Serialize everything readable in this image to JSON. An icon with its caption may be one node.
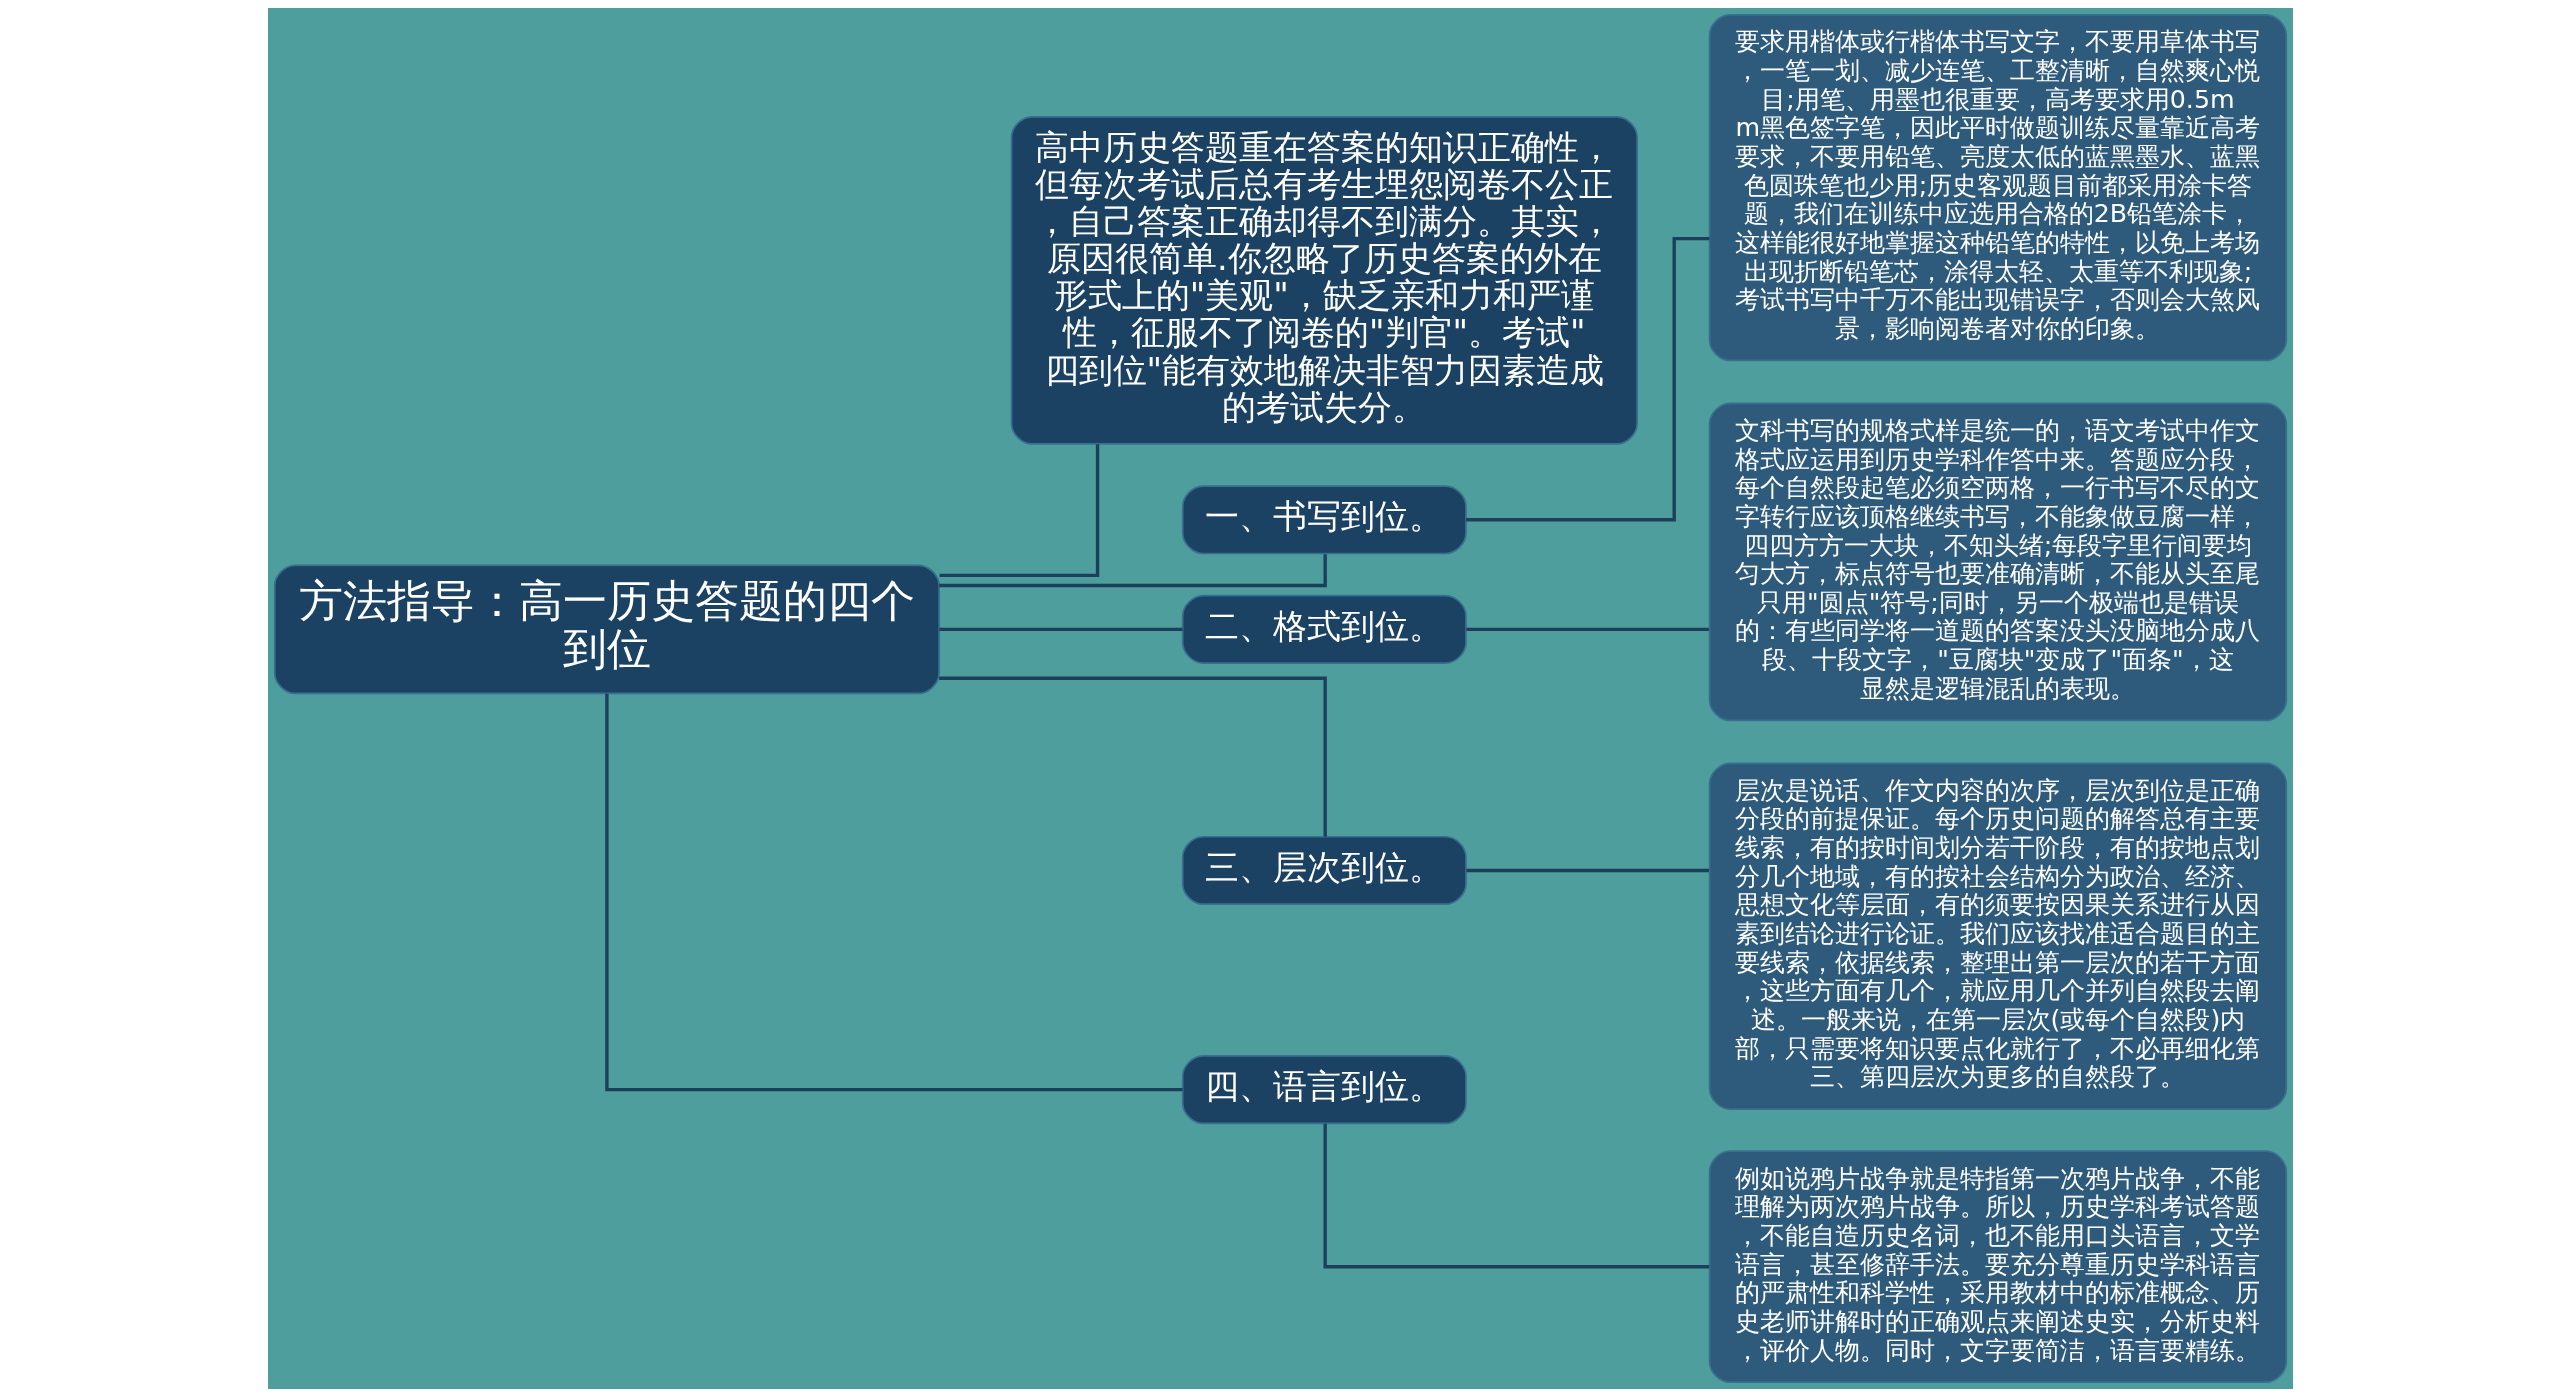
{
  "diagram": {
    "nodes": [
      {
        "text": [
          "方法指导：高一历史答题的四个到位"
        ]
      },
      {
        "text": [
          "高中历史答题重在答案的知识正确性，但每次考试后总有考生埋怨阅卷不公正，自己答案正确却得不到满分。其实，原因很简单.你忽略了历史答案的外在形式上的\"美观\"，缺乏亲和力和严谨性，征服不了阅卷的\"判官\"。考试\"四到位\"能有效地解决非智力因素造成的考试失分。"
        ]
      },
      {
        "text": [
          "一、书写到位。"
        ]
      },
      {
        "text": [
          "要求用楷体或行楷体书写文字，不要用草体书写，一笔一划、减少连笔、工整清晰，自然爽心悦目;用笔、用墨也很重要，高考要求用0.5mm黑色签字笔，因此平时做题训练尽量靠近高考要求，不要用铅笔、亮度太低的蓝黑墨水、蓝黑色圆珠笔也少用;历史客观题目前都采用涂卡答题，我们在训练中应选用合格的2B铅笔涂卡，这样能很好地掌握这种铅笔的特性，以免上考场出现折断铅笔芯，涂得太轻、太重等不利现象;考试书写中千万不能出现错误字，否则会大煞风景，影响阅卷者对你的印象。"
        ]
      },
      {
        "text": [
          "二、格式到位。"
        ]
      },
      {
        "text": [
          "文科书写的规格式样是统一的，语文考试中作文格式应运用到历史学科作答中来。答题应分段，每个自然段起笔必须空两格，一行书写不尽的文字转行应该顶格继续书写，不能象做豆腐一样，四四方方一大块，不知头绪;每段字里行间要均匀大方，标点符号也要准确清晰，不能从头至尾只用\"圆点\"符号;同时，另一个极端也是错误的：有些同学将一道题的答案没头没脑地分成八段、十段文字，\"豆腐块\"变成了\"面条\"，这显然是逻辑混乱的表现。"
        ]
      },
      {
        "text": [
          "三、层次到位。"
        ]
      },
      {
        "text": [
          "层次是说话、作文内容的次序，层次到位是正确分段的前提保证。每个历史问题的解答总有主要线索，有的按时间划分若干阶段，有的按地点划分几个地域，有的按社会结构分为政治、经济、思想文化等层面，有的须要按因果关系进行从因素到结论进行论证。我们应该找准适合题目的主要线索，依据线索，整理出第一层次的若干方面，这些方面有几个，就应用几个并列自然段去阐述。一般来说，在第一层次(或每个自然段)内部，只需要将知识要点化就行了，不必再细化第三、第四层次为更多的自然段了。"
        ]
      },
      {
        "text": [
          "四、语言到位。"
        ]
      },
      {
        "text": [
          "例如说鸦片战争就是特指第一次鸦片战争，不能理解为两次鸦片战争。所以，历史学科考试答题，不能自造历史名词，也不能用口头语言，文学语言，甚至修辞手法。要充分尊重历史学科语言的严肃性和科学性，采用教材中的标准概念、历史老师讲解时的正确观点来阐述史实，分析史料，评价人物。同时，文字要简洁，语言要精练。"
        ]
      }
    ],
    "edges": [
      {
        "from": 0,
        "to": 1,
        "arrow": "none"
      },
      {
        "from": 0,
        "to": 2,
        "arrow": "none"
      },
      {
        "from": 2,
        "to": 3,
        "arrow": "none"
      },
      {
        "from": 0,
        "to": 4,
        "arrow": "none"
      },
      {
        "from": 4,
        "to": 5,
        "arrow": "none"
      },
      {
        "from": 0,
        "to": 6,
        "arrow": "none"
      },
      {
        "from": 6,
        "to": 7,
        "arrow": "none"
      },
      {
        "from": 0,
        "to": 8,
        "arrow": "none"
      },
      {
        "from": 8,
        "to": 9,
        "arrow": "none"
      }
    ]
  }
}
